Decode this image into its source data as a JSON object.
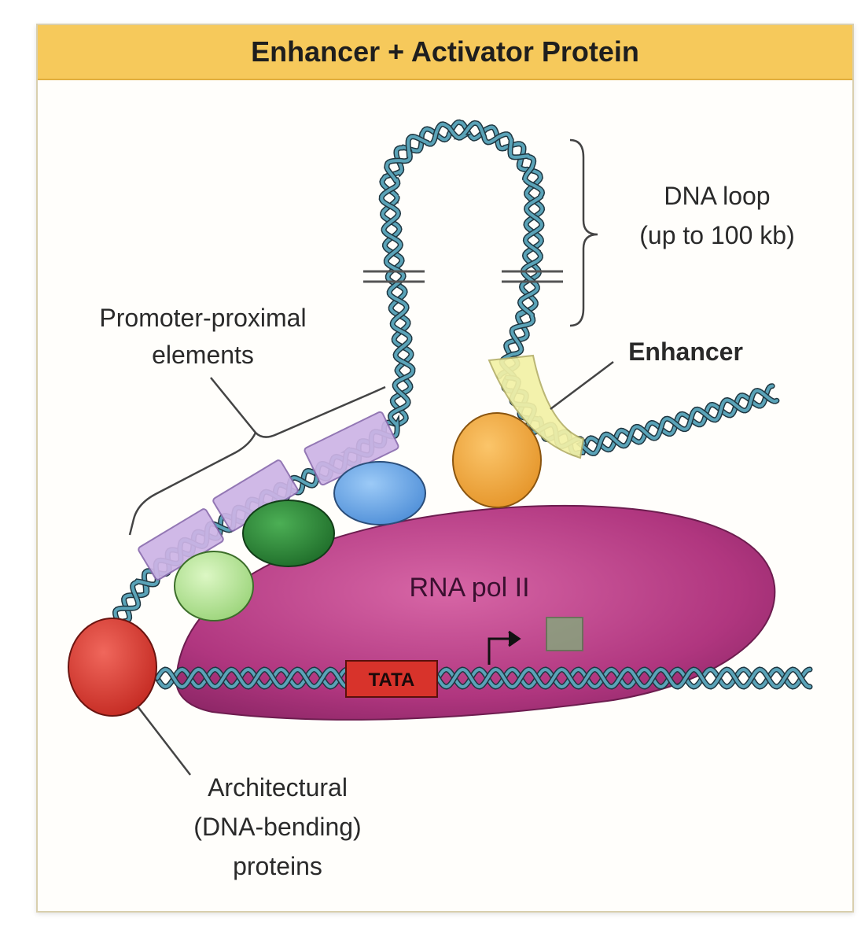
{
  "title": "Enhancer + Activator Protein",
  "labels": {
    "dna_loop_line1": "DNA loop",
    "dna_loop_line2": "(up to 100 kb)",
    "enhancer": "Enhancer",
    "promoter_line1": "Promoter-proximal",
    "promoter_line2": "elements",
    "rna_pol": "RNA pol II",
    "tata": "TATA",
    "architectural_line1": "Architectural",
    "architectural_line2": "(DNA-bending)",
    "architectural_line3": "proteins"
  },
  "colors": {
    "header": "#f6c95b",
    "dna": "#5aa3b8",
    "dna_outline": "#1f3640",
    "rna_pol": "#b0367f",
    "tata_box": "#d8332b",
    "enhancer": "#f3f1a6",
    "promoter_elements": "#cdb4e6",
    "architectural_protein": "#d93a30",
    "activator_orange": "#f2a93f",
    "activator_blue": "#6ea8e8",
    "activator_dark_green": "#2f8a3b",
    "activator_light_green": "#b9e59b",
    "transcript_marker": "#7fb07a"
  }
}
